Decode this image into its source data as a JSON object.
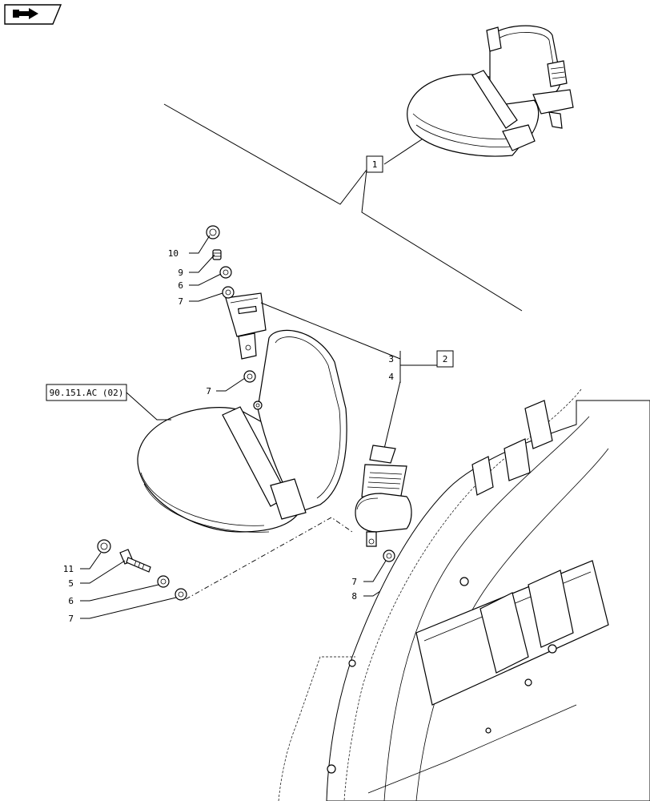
{
  "nav": {
    "top_icon": "book-arrow-icon",
    "bottom_icon": "next-page-arrow-icon"
  },
  "reference": {
    "label": "90.151.AC (02)"
  },
  "callouts": {
    "c1": "1",
    "c2": "2",
    "c3": "3",
    "c4": "4",
    "c5": "5",
    "c6a": "6",
    "c6b": "6",
    "c7a": "7",
    "c7b": "7",
    "c7c": "7",
    "c7d": "7",
    "c8": "8",
    "c9": "9",
    "c10": "10",
    "c11": "11"
  }
}
